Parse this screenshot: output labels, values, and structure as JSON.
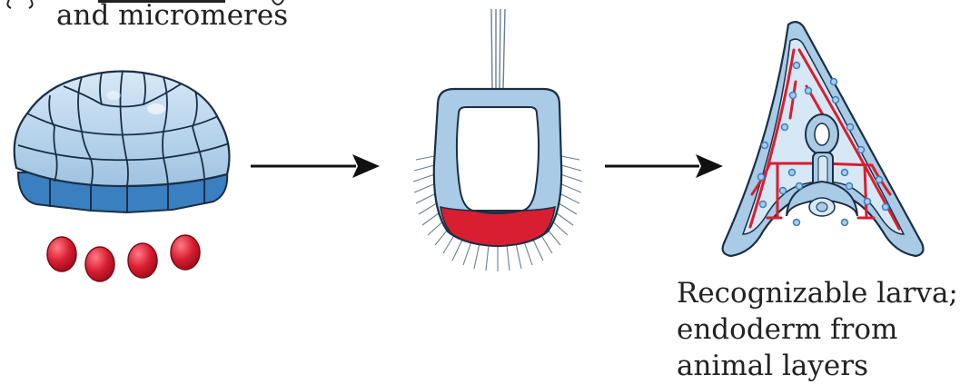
{
  "top_caption": {
    "line1": "and micromeres"
  },
  "larva_caption": {
    "line1": "Recognizable larva;",
    "line2": "endoderm from",
    "line3": "animal layers"
  },
  "colors": {
    "cell_light": "#a9cbe6",
    "cell_dark": "#3a7fc0",
    "outline": "#1a2f45",
    "micromere_red": "#d81e30",
    "arrow": "#111111"
  }
}
